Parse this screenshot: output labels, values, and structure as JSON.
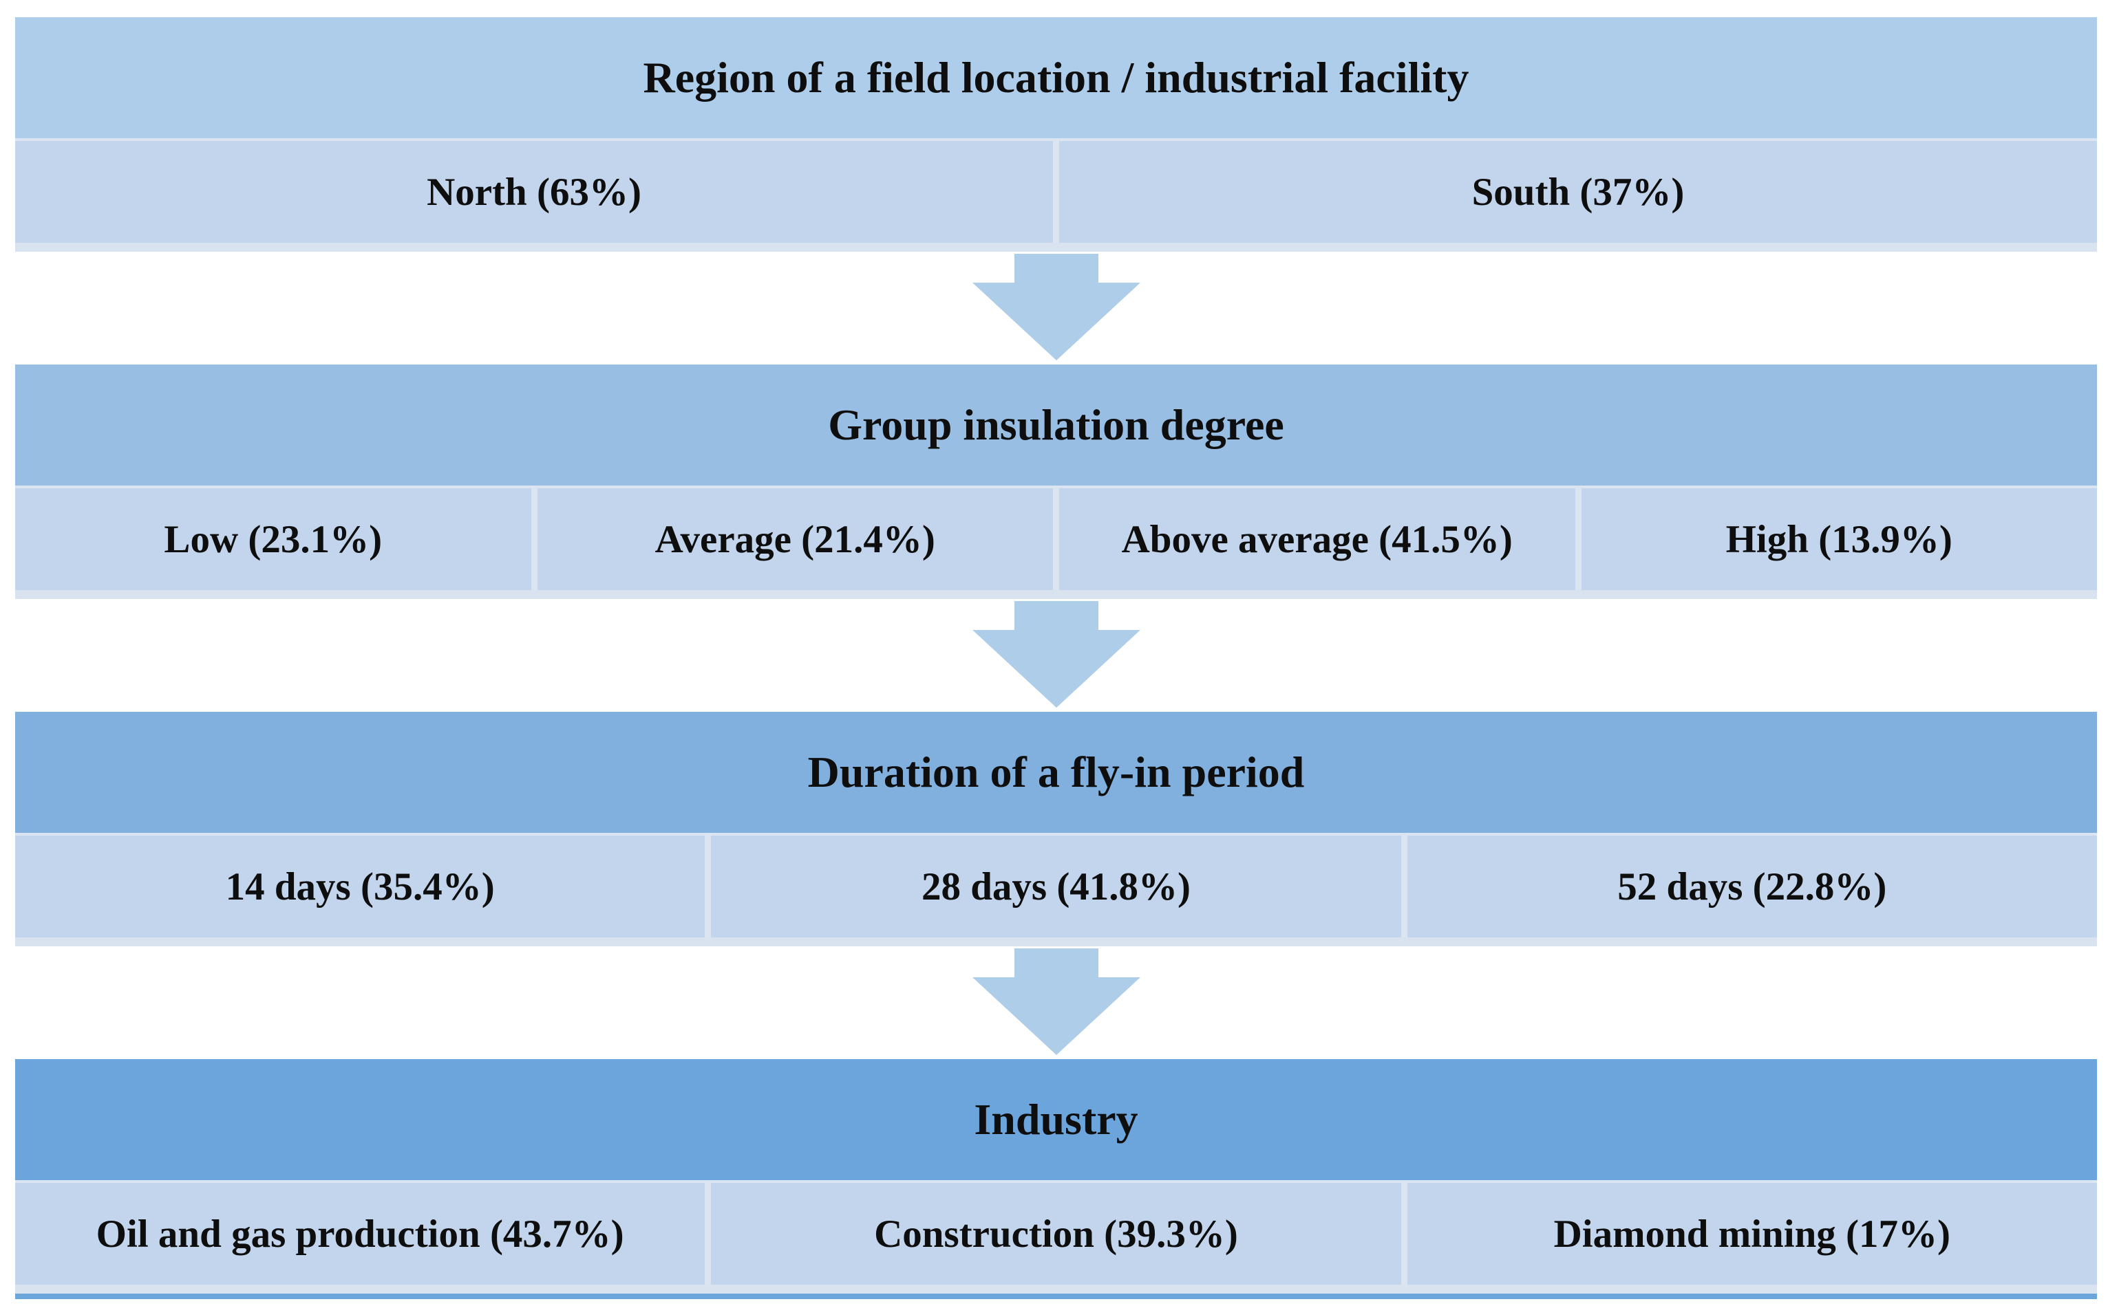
{
  "figure": {
    "sections": [
      {
        "title": "Region of a field location / industrial facility",
        "header_color": "#aecdea",
        "cells": [
          {
            "text": "North (63%)",
            "label": "North",
            "percent": 63
          },
          {
            "text": "South (37%)",
            "label": "South",
            "percent": 37
          }
        ]
      },
      {
        "title": "Group insulation degree",
        "header_color": "#98bee3",
        "cells": [
          {
            "text": "Low (23.1%)",
            "label": "Low",
            "percent": 23.1
          },
          {
            "text": "Average (21.4%)",
            "label": "Average",
            "percent": 21.4
          },
          {
            "text": "Above average (41.5%)",
            "label": "Above average",
            "percent": 41.5
          },
          {
            "text": "High (13.9%)",
            "label": "High",
            "percent": 13.9
          }
        ]
      },
      {
        "title": "Duration of a fly-in period",
        "header_color": "#81b0df",
        "cells": [
          {
            "text": "14 days (35.4%)",
            "label": "14 days",
            "percent": 35.4
          },
          {
            "text": "28 days (41.8%)",
            "label": "28 days",
            "percent": 41.8
          },
          {
            "text": "52 days (22.8%)",
            "label": "52 days",
            "percent": 22.8
          }
        ]
      },
      {
        "title": "Industry",
        "header_color": "#6ca5db",
        "cells": [
          {
            "text": "Oil and gas production (43.7%)",
            "label": "Oil and gas production",
            "percent": 43.7
          },
          {
            "text": "Construction (39.3%)",
            "label": "Construction",
            "percent": 39.3
          },
          {
            "text": "Diamond mining (17%)",
            "label": "Diamond mining",
            "percent": 17
          }
        ]
      }
    ],
    "arrow_icon": "down-block-arrow",
    "colors": {
      "background": "#ffffff",
      "text": "#0e0e0e",
      "cell_bg": "#c2d5ec",
      "cell_gap": "#dbe4f1",
      "row_strip": "#d9e3f0",
      "arrow": "#aecde9",
      "bottom_border": "#6ca5da"
    }
  }
}
